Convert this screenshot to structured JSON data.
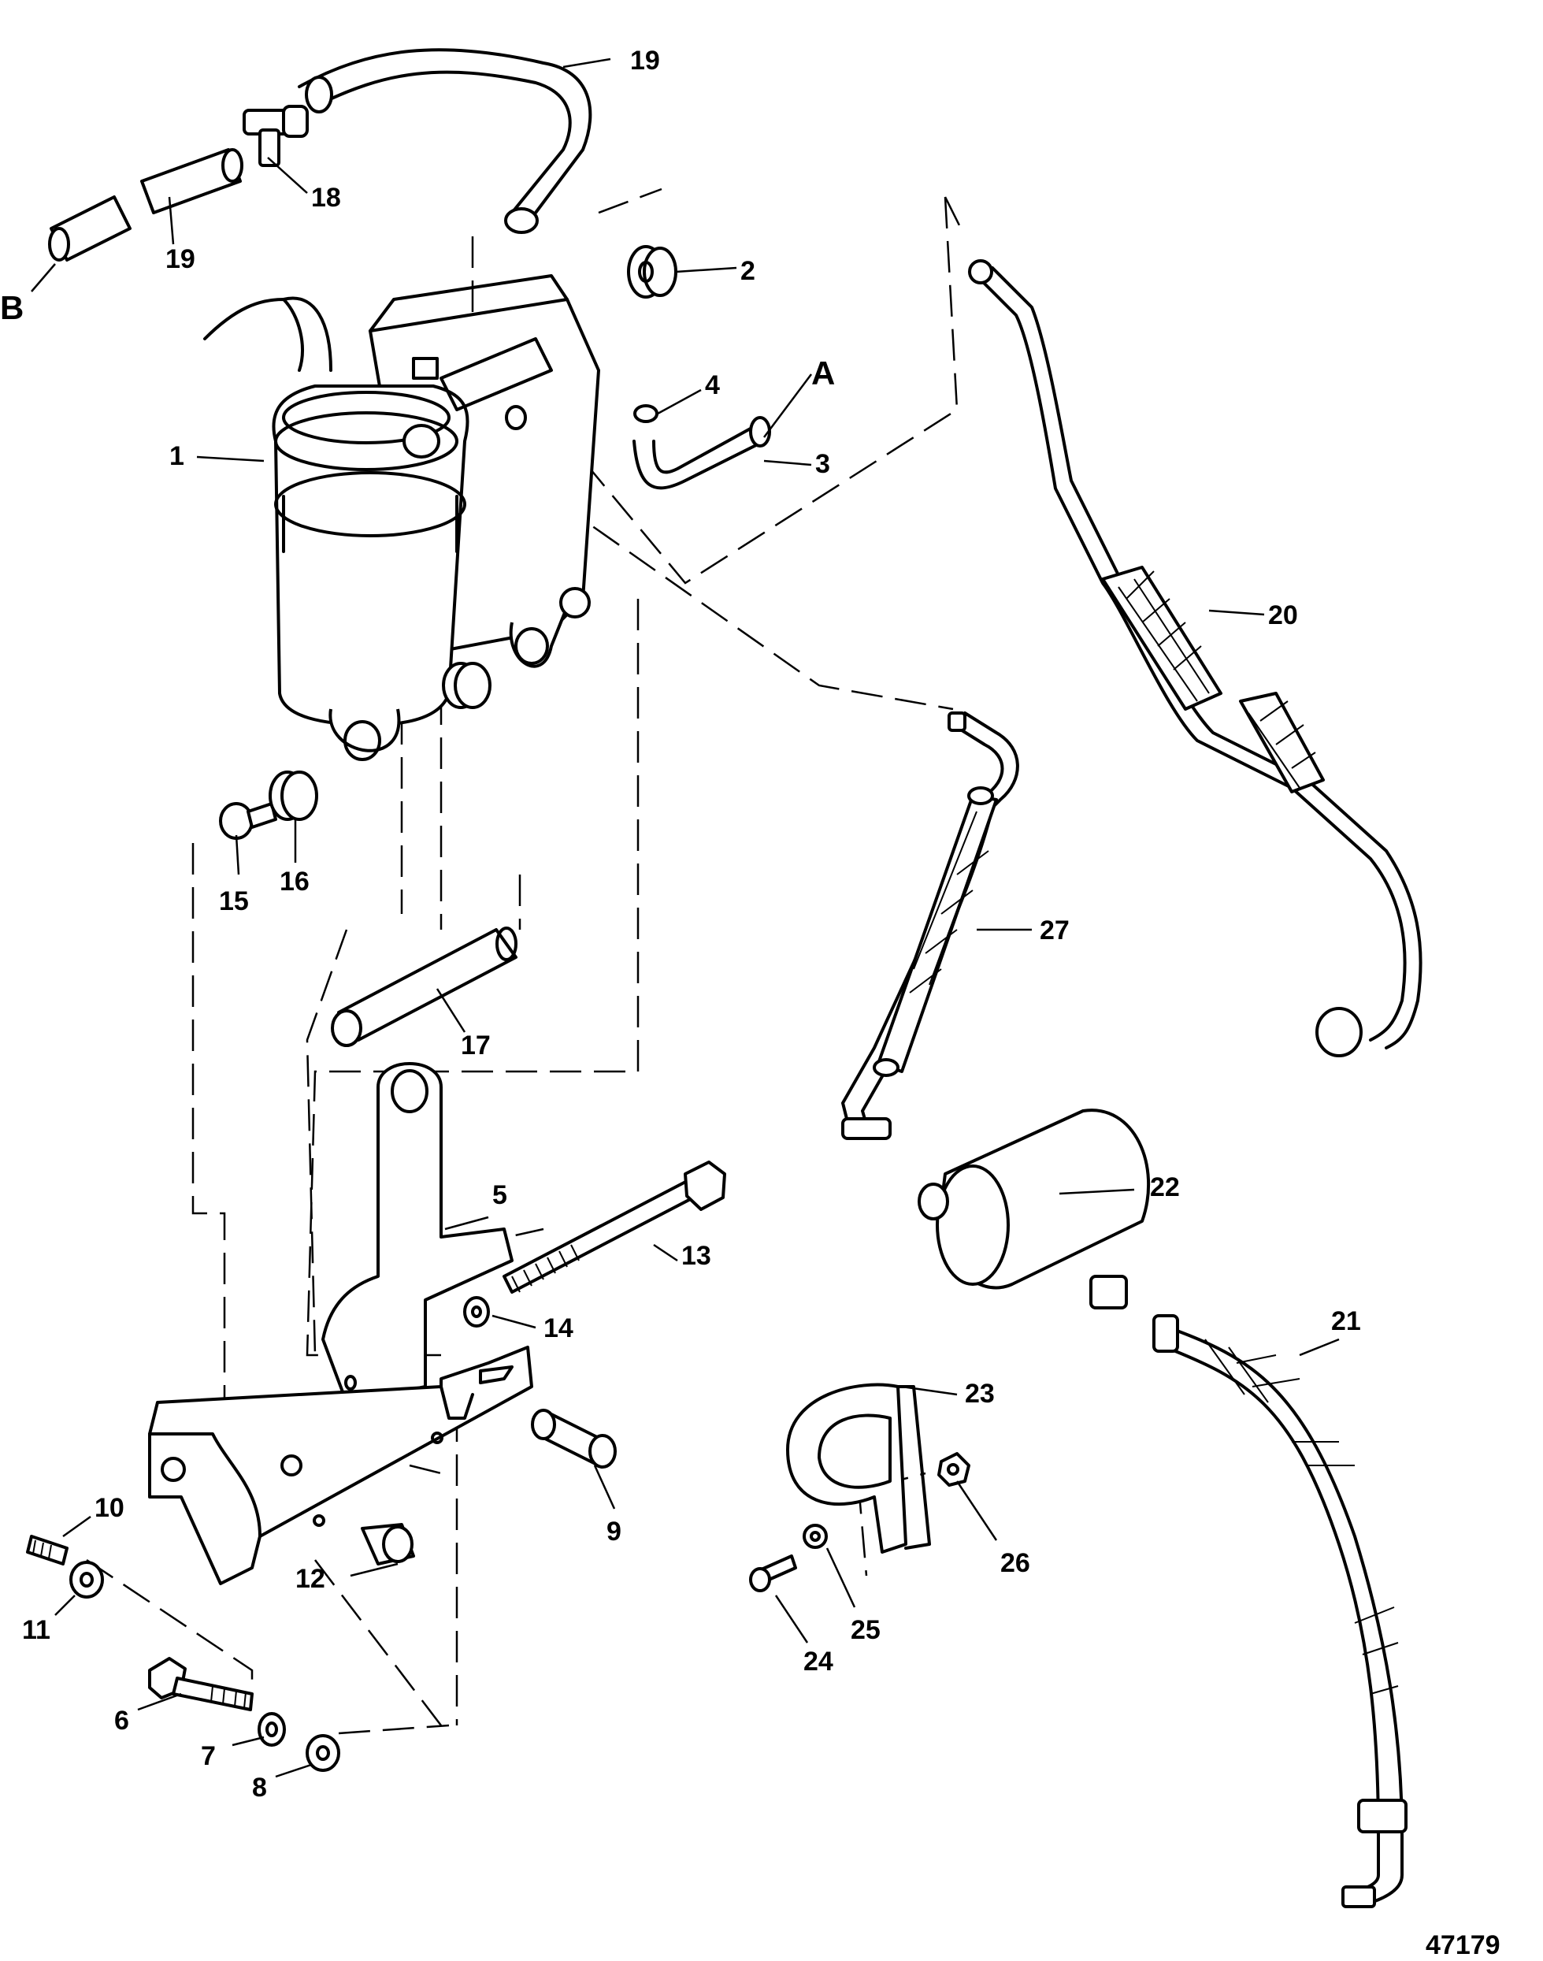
{
  "drawing_number": "47179",
  "connection_labels": {
    "a": "A",
    "b": "B"
  },
  "callouts": [
    "1",
    "2",
    "3",
    "4",
    "5",
    "6",
    "7",
    "8",
    "9",
    "10",
    "11",
    "12",
    "13",
    "14",
    "15",
    "16",
    "17",
    "18",
    "19",
    "19",
    "20",
    "21",
    "22",
    "23",
    "24",
    "25",
    "26",
    "27"
  ]
}
